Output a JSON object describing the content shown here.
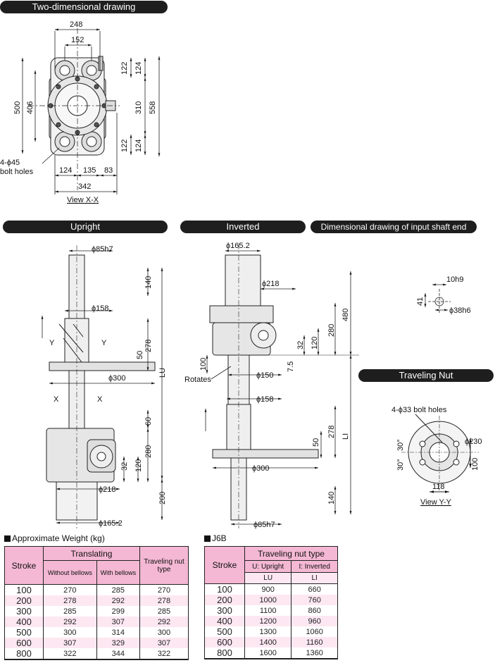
{
  "headers": {
    "two_dim": "Two-dimensional drawing",
    "upright": "Upright",
    "inverted": "Inverted",
    "shaft_end": "Dimensional drawing of input shaft end",
    "traveling_nut": "Traveling Nut"
  },
  "view_xx": {
    "d248": "248",
    "d152": "152",
    "d122a": "122",
    "d124a": "124",
    "d500": "500",
    "d406": "406",
    "d310": "310",
    "d558": "558",
    "d122b": "122",
    "d124b": "124",
    "d124c": "124",
    "d135": "135",
    "d83": "83",
    "d342": "342",
    "bolt_line1": "4-ϕ45",
    "bolt_line2": "bolt holes",
    "caption": "View X-X"
  },
  "upright": {
    "phi85": "ϕ85h7",
    "d140": "140",
    "phi158": "ϕ158",
    "d50": "50",
    "d278": "278",
    "lu": "LU",
    "phi300": "ϕ300",
    "y1": "Y",
    "y2": "Y",
    "x1": "X",
    "x2": "X",
    "d60": "60",
    "d280": "280",
    "d32": "32",
    "d120": "120",
    "phi218": "ϕ218",
    "d200": "200",
    "phi165": "ϕ165.2"
  },
  "inverted": {
    "phi165": "ϕ165.2",
    "phi218": "ϕ218",
    "d280": "280",
    "d480": "480",
    "d32": "32",
    "d120": "120",
    "d100": "100",
    "d7_5": "7.5",
    "rotates": "Rotates",
    "phi150": "ϕ150",
    "phi158": "ϕ158",
    "d50": "50",
    "d278": "278",
    "li": "LI",
    "phi300": "ϕ300",
    "d140": "140",
    "phi85": "ϕ85h7"
  },
  "shaft_end": {
    "d10h9": "10h9",
    "d41": "41",
    "phi38": "ϕ38h6"
  },
  "nut": {
    "bolt": "4-ϕ33 bolt holes",
    "a30a": "30°",
    "a30b": "30°",
    "phi230": "ϕ230",
    "d100": "100",
    "d118": "118",
    "caption": "View Y-Y"
  },
  "weight_table": {
    "title": "Approximate Weight (kg)",
    "stroke": "Stroke",
    "translating": "Translating",
    "without": "Without bellows",
    "with": "With bellows",
    "nut_type": "Traveling nut type",
    "rows": [
      [
        "100",
        "270",
        "285",
        "270"
      ],
      [
        "200",
        "278",
        "292",
        "278"
      ],
      [
        "300",
        "285",
        "299",
        "285"
      ],
      [
        "400",
        "292",
        "307",
        "292"
      ],
      [
        "500",
        "300",
        "314",
        "300"
      ],
      [
        "600",
        "307",
        "329",
        "307"
      ],
      [
        "800",
        "322",
        "344",
        "322"
      ]
    ]
  },
  "j6b_table": {
    "title": "J6B",
    "stroke": "Stroke",
    "nut_type": "Traveling nut type",
    "upright": "U: Upright",
    "inverted": "I: Inverted",
    "lu": "LU",
    "li": "LI",
    "rows": [
      [
        "100",
        "900",
        "660"
      ],
      [
        "200",
        "1000",
        "760"
      ],
      [
        "300",
        "1100",
        "860"
      ],
      [
        "400",
        "1200",
        "960"
      ],
      [
        "500",
        "1300",
        "1060"
      ],
      [
        "600",
        "1400",
        "1160"
      ],
      [
        "800",
        "1600",
        "1360"
      ]
    ]
  }
}
